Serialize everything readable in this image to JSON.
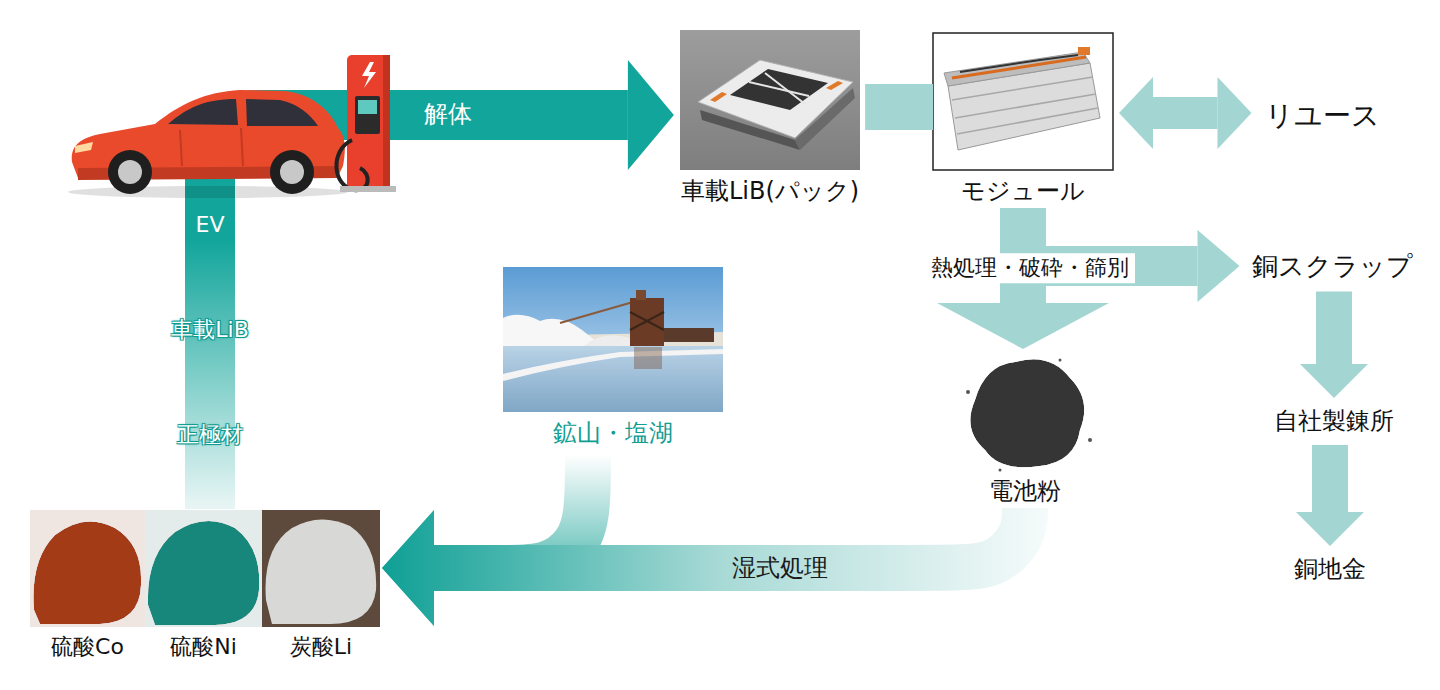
{
  "diagram": {
    "nodes": [
      {
        "text": [
          "EV"
        ]
      },
      {
        "text": [
          "車載LiB(パック)"
        ]
      },
      {
        "text": [
          "モジュール"
        ]
      },
      {
        "text": [
          "リユース"
        ]
      },
      {
        "text": [
          "銅スクラップ"
        ]
      },
      {
        "text": [
          "鉱山・塩湖"
        ]
      },
      {
        "text": [
          "電池粉"
        ]
      },
      {
        "text": [
          "自社製錬所"
        ]
      },
      {
        "text": [
          "銅地金"
        ]
      },
      {
        "text": [
          "硫酸Co"
        ]
      },
      {
        "text": [
          "硫酸Ni"
        ]
      },
      {
        "text": [
          "炭酸Li"
        ]
      }
    ],
    "edges": [
      {
        "from": 0,
        "to": 1,
        "arrow": "to",
        "label": "解体"
      },
      {
        "from": 1,
        "to": 2,
        "arrow": "none"
      },
      {
        "from": 2,
        "to": 3,
        "arrow": "both"
      },
      {
        "from": 2,
        "to": 6,
        "arrow": "to",
        "label": "熱処理・破砕・篩別"
      },
      {
        "from": 2,
        "to": 4,
        "arrow": "to"
      },
      {
        "from": 4,
        "to": 7,
        "arrow": "to"
      },
      {
        "from": 7,
        "to": 8,
        "arrow": "to"
      },
      {
        "from": 5,
        "to": 11,
        "arrow": "to"
      },
      {
        "from": 6,
        "to": 11,
        "arrow": "to",
        "label": "湿式処理"
      },
      {
        "from": 10,
        "to": 0,
        "arrow": "none"
      }
    ],
    "labels": [
      "車載LiB",
      "正極材"
    ]
  }
}
